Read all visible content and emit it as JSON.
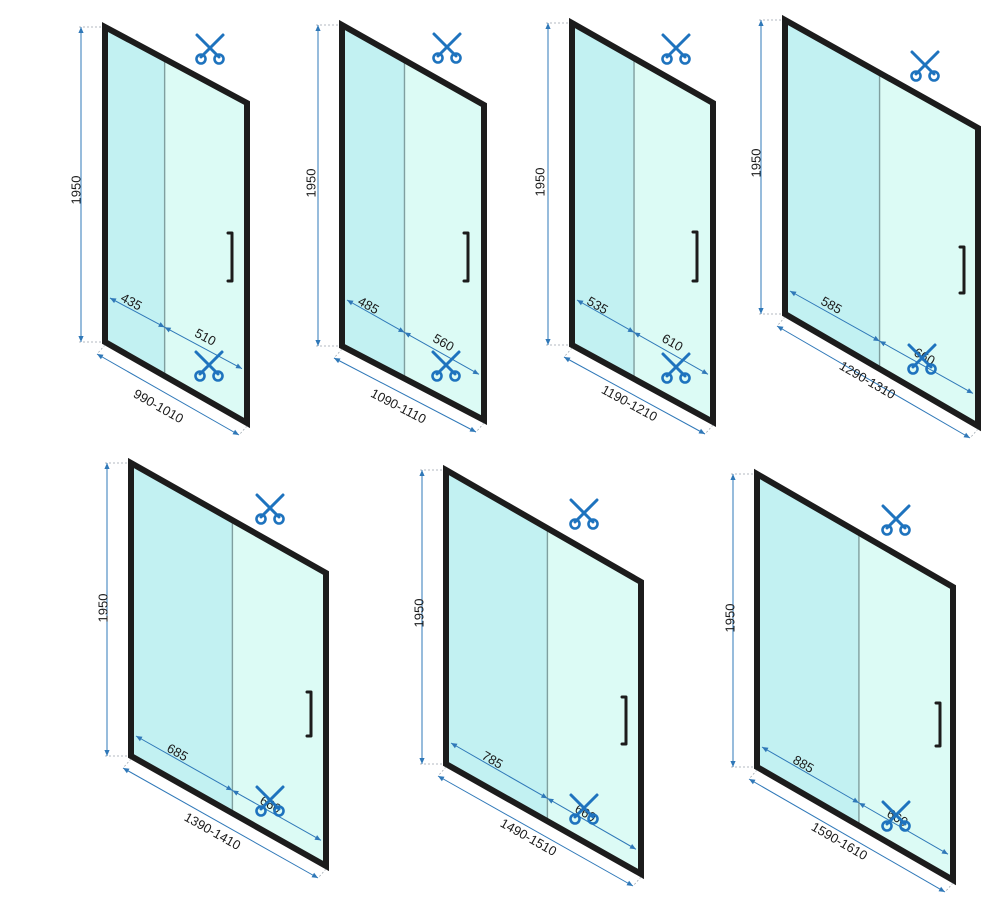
{
  "colors": {
    "frame": "#1c1c1c",
    "glass_left": "#c2f1f2",
    "glass_right": "#dcfbf5",
    "dimension_line": "#2f78b8",
    "scissors": "#1e73be"
  },
  "icons": [
    "scissors-icon",
    "handle-icon"
  ],
  "diagrams": [
    {
      "height_label": "1950",
      "left_panel_label": "435",
      "right_panel_label": "510",
      "width_label": "990-1010"
    },
    {
      "height_label": "1950",
      "left_panel_label": "485",
      "right_panel_label": "560",
      "width_label": "1090-1110"
    },
    {
      "height_label": "1950",
      "left_panel_label": "535",
      "right_panel_label": "610",
      "width_label": "1190-1210"
    },
    {
      "height_label": "1950",
      "left_panel_label": "585",
      "right_panel_label": "660",
      "width_label": "1290-1310"
    },
    {
      "height_label": "1950",
      "left_panel_label": "685",
      "right_panel_label": "660",
      "width_label": "1390-1410"
    },
    {
      "height_label": "1950",
      "left_panel_label": "785",
      "right_panel_label": "660",
      "width_label": "1490-1510"
    },
    {
      "height_label": "1950",
      "left_panel_label": "885",
      "right_panel_label": "660",
      "width_label": "1590-1610"
    }
  ]
}
